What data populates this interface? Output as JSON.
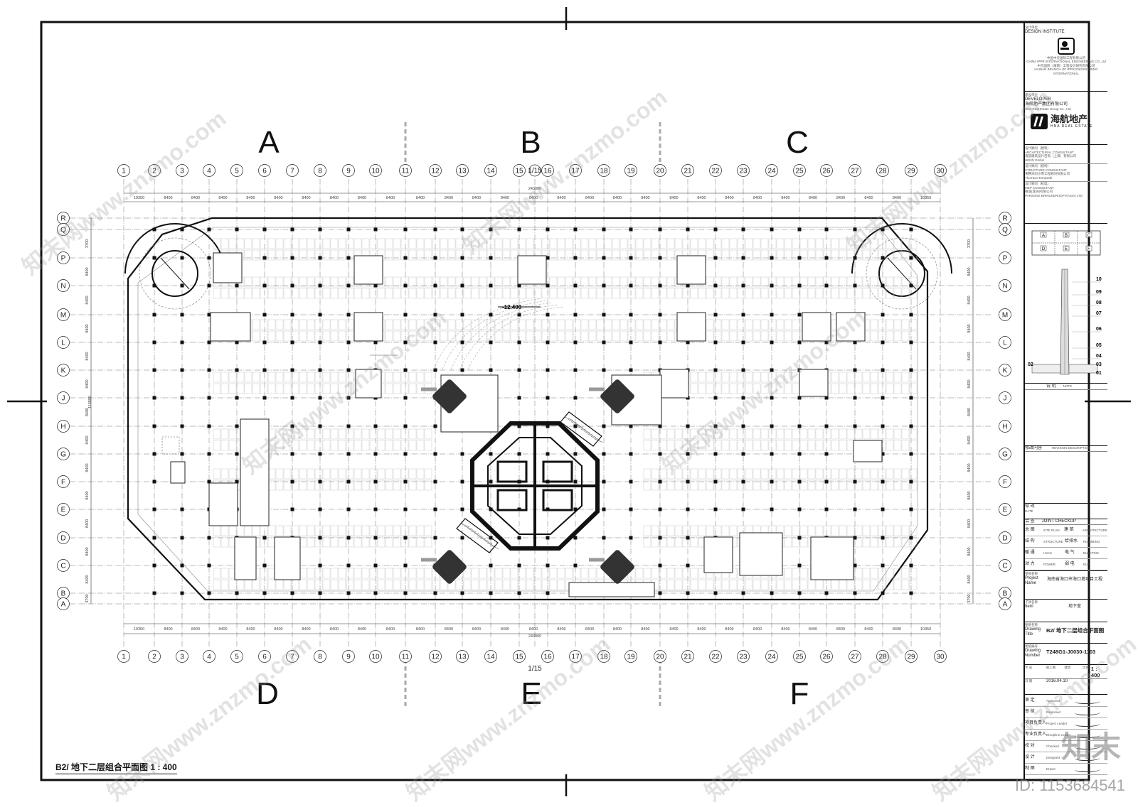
{
  "zones": [
    "A",
    "B",
    "C",
    "D",
    "E",
    "F"
  ],
  "column_axes": [
    "1",
    "2",
    "3",
    "4",
    "5",
    "6",
    "7",
    "8",
    "9",
    "10",
    "11",
    "12",
    "13",
    "14",
    "15",
    "1/15",
    "16",
    "17",
    "18",
    "19",
    "20",
    "21",
    "22",
    "23",
    "24",
    "25",
    "26",
    "27",
    "28",
    "29",
    "30"
  ],
  "row_axes": [
    "R",
    "Q",
    "P",
    "N",
    "M",
    "L",
    "K",
    "J",
    "H",
    "G",
    "F",
    "E",
    "D",
    "C",
    "B",
    "A"
  ],
  "top_dimensions": [
    "10350",
    "8400",
    "8400",
    "8400",
    "8400",
    "8400",
    "8400",
    "8400",
    "8400",
    "8400",
    "8400",
    "8400",
    "8400",
    "8400",
    "8400",
    "8400",
    "8400",
    "8400",
    "8400",
    "8400",
    "8400",
    "8400",
    "8400",
    "8400",
    "8400",
    "8400",
    "8400",
    "8400",
    "10350"
  ],
  "overall_dimension": "243000",
  "left_dimensions": [
    "3700",
    "8400",
    "8400",
    "8400",
    "8400",
    "8400",
    "8400",
    "8400",
    "8400",
    "8400",
    "8400",
    "8400",
    "8400",
    "3700"
  ],
  "left_overall_dimension": "116800",
  "level_marker": "-12.400",
  "bottom_axis_extra": "1/15",
  "drawing_title": "B2/ 地下二层组合平面图  1 : 400",
  "title_block": {
    "design_institute_cn": "设计单位",
    "design_institute_en": "DESIGN INSTITUTE",
    "institute_name_cn": "中国中元国际工程有限公司",
    "institute_name_en": "CHINA IPPR INTERNATIONAL ENGINEERING CO.,Ltd",
    "branch_cn": "中元国际（海南）工程设计研究有限公司",
    "branch_en": "HAINAN BRANCH OF IPPR ENGINEERING INTERNATIONAL",
    "developer_cn": "建设单位",
    "developer_en": "DEVELOPER",
    "developer_name_cn": "海航地产集团有限公司",
    "developer_name_en": "HNA Real Estate Group Co., Ltd",
    "developer_logo_cn": "海航地产",
    "developer_logo_en": "HNA REAL ESTATE",
    "arch_consultant_cn": "设计顾问（建筑）",
    "arch_consultant_en": "ARCHITECTURAL CONSULTANT",
    "arch_consultant_name_cn": "海茵建筑设计咨询（上海）有限公司",
    "arch_consultant_name_en": "HENN GmbH",
    "struct_consultant_cn": "设计顾问（结构）",
    "struct_consultant_en": "STRUCTURE CONSULTANT",
    "struct_consultant_name_cn": "宋腾添玛沙帝工程顾问有限公司",
    "struct_consultant_name_en": "Thornton Tomasetti",
    "mep_consultant_cn": "设计顾问（机电）",
    "mep_consultant_en": "MEP CONSULTANT",
    "mep_consultant_name_cn": "柏诚(亚洲)有限公司",
    "mep_consultant_name_en": "PARSONS BRINCKERHOFF(ASIA) LTD",
    "key_plan_zones": [
      "A",
      "B",
      "C",
      "D",
      "E",
      "F"
    ],
    "key_plan_levels": [
      "10",
      "09",
      "08",
      "07",
      "06",
      "05",
      "04",
      "03",
      "02",
      "01"
    ],
    "notes_cn": "说 明",
    "notes_en": "NOTE",
    "revision_cn": "修改内容",
    "revision_en": "REVISION DESCRIPTION",
    "revision2_cn": "修 改",
    "revision2_en": "REVISION",
    "date_label": "DATE",
    "joint_cn": "会 签",
    "joint_en": "JOINT CHECKUP",
    "joint_rows": [
      {
        "cn": "总 图",
        "en": "SITE PLAN",
        "cn2": "建 筑",
        "en2": "ARCHITECTURE"
      },
      {
        "cn": "结 构",
        "en": "STRUCTURE",
        "cn2": "给排水",
        "en2": "PLUMBING"
      },
      {
        "cn": "暖 通",
        "en": "HVAC",
        "cn2": "电 气",
        "en2": "ELECTRIC"
      },
      {
        "cn": "动 力",
        "en": "POWER",
        "cn2": "弱 电",
        "en2": "ELV"
      }
    ],
    "project_label_cn": "项目名称",
    "project_label_en": "Project Name",
    "project_name": "海南省海口市海口塔项目工程",
    "item_label_cn": "子项名称",
    "item_label_en": "Item",
    "item_name": "地下室",
    "drawing_title_label_cn": "图纸名称",
    "drawing_title_label_en": "Drawing Title",
    "drawing_title_value": "B2/ 地下二层组合平面图",
    "drawing_number_label_cn": "图纸编号",
    "drawing_number_label_en": "Drawing Number",
    "drawing_number": "T248G1-J0030-1103",
    "stage_label_cn": "专 业",
    "stage_label_en": "Discipline",
    "stage_value": "施工图",
    "discipline_value": "建筑",
    "scale_label_cn": "比例",
    "scale_value": "1 : 400",
    "date_label_cn": "日 期",
    "date_value": "2016.04.10",
    "sign_rows": [
      "审 定",
      "审 核",
      "项目负责人",
      "专业负责人",
      "校 对",
      "设 计",
      "制 图"
    ],
    "sign_en": [
      "Approved",
      "Examined",
      "Project Leader",
      "Discipline Leader",
      "Checked",
      "Designed",
      "Drawn"
    ]
  },
  "watermark_text": "知末网www.znzmo.com",
  "brand_logo": "知末",
  "image_id": "ID: 1153684541"
}
